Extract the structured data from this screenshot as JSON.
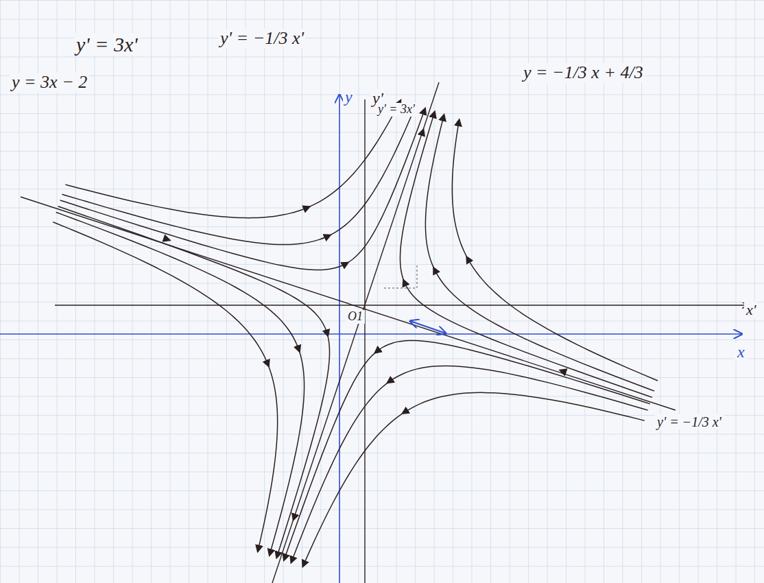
{
  "diagram": {
    "labels": [
      "y' = 3x'",
      "y = 3x − 2",
      "y' = −1/3 x'",
      "y = −1/3 x + 4/3",
      "y",
      "y'",
      "y' = 3x'",
      "x'",
      "x",
      "O1",
      "y' = −1/3 x'"
    ]
  }
}
